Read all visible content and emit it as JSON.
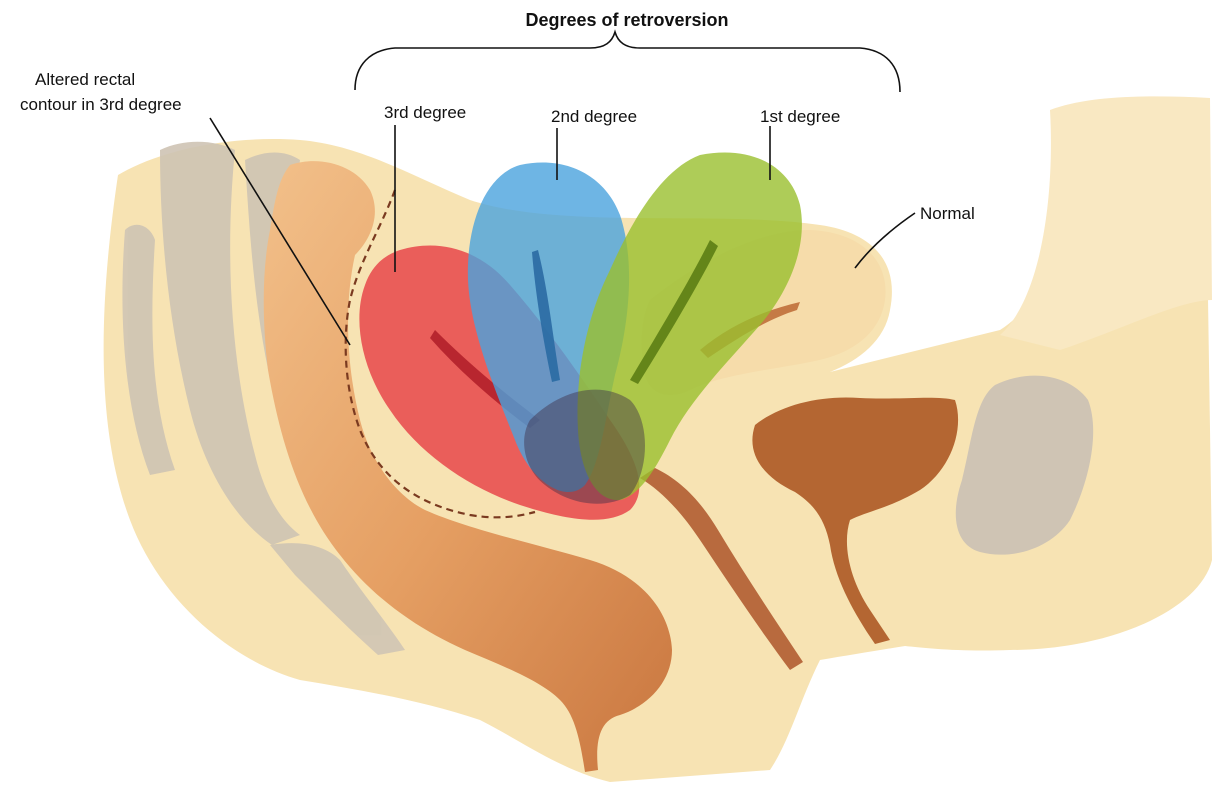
{
  "diagram": {
    "title": "Degrees of retroversion",
    "labels": {
      "altered_line1": "Altered rectal",
      "altered_line2": "contour in 3rd degree",
      "third": "3rd degree",
      "second": "2nd degree",
      "first": "1st degree",
      "normal": "Normal"
    },
    "colors": {
      "background_tissue": "#f7e3b3",
      "bone": "#cfc4b4",
      "rectum": "#e9a56a",
      "cervix_vagina": "#b86a3e",
      "bladder": "#b46632",
      "third_degree": "#e8474a",
      "second_degree": "#4aa3dd",
      "first_degree": "#9abf2e"
    }
  }
}
